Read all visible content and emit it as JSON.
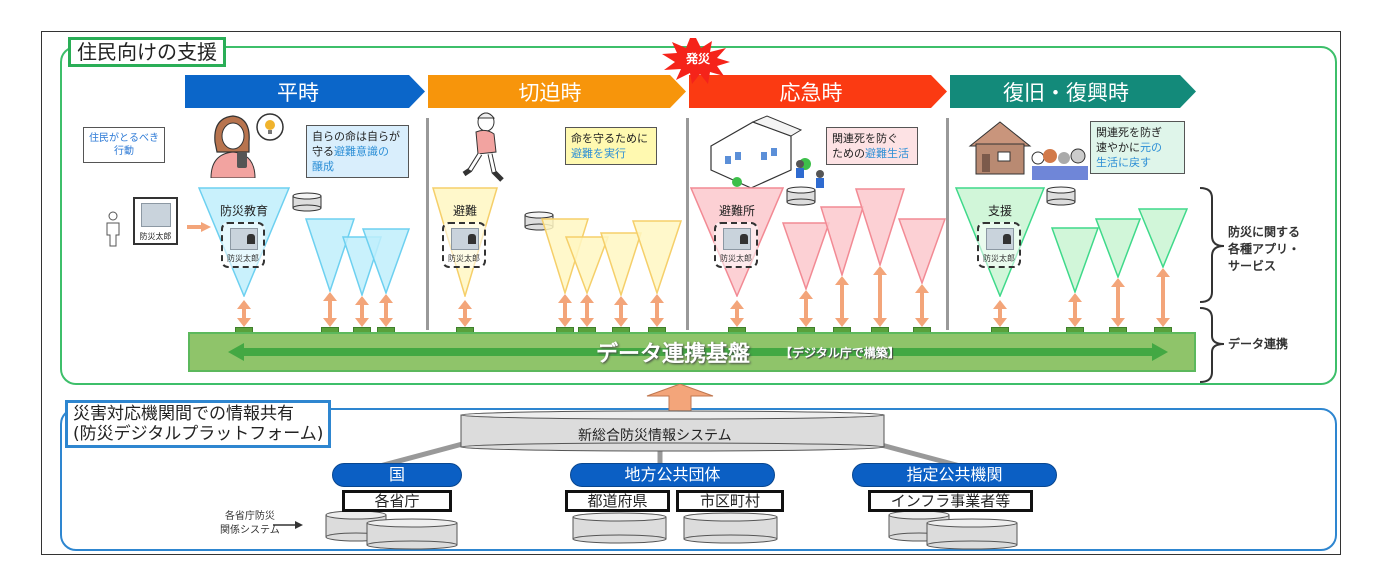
{
  "resident_section": {
    "title": "住民向けの支援",
    "disaster_marker": "発災",
    "action_label": "住民がとるべき\n行動",
    "phases": [
      {
        "label": "平時",
        "color": "#0b66c9"
      },
      {
        "label": "切迫時",
        "color": "#f7950b"
      },
      {
        "label": "応急時",
        "color": "#fb3a12"
      },
      {
        "label": "復旧・復興時",
        "color": "#138a7a"
      }
    ],
    "notes": [
      {
        "text_1": "自らの命は自らが",
        "text_2": "守る",
        "highlight": "避難意識",
        "text_3": "の",
        "highlight_2": "醸成"
      },
      {
        "text_1": "命を守るために",
        "highlight": "避難を実行"
      },
      {
        "text_1": "関連死を防ぐ",
        "text_2": "ための",
        "highlight": "避難生活"
      },
      {
        "text_1": "関連死を防ぎ",
        "text_2": "速やかに",
        "highlight": "元の",
        "highlight_2": "生活に戻す"
      }
    ],
    "services": [
      {
        "label": "防災教育",
        "color": "#bfeefb",
        "stroke": "#6dd0f0"
      },
      {
        "label": "避難",
        "color": "#fff7c2",
        "stroke": "#f5cf6a"
      },
      {
        "label": "避難所",
        "color": "#fcc8cc",
        "stroke": "#f28a94"
      },
      {
        "label": "支援",
        "color": "#c9f5d2",
        "stroke": "#3fd98a"
      }
    ],
    "app_name": "防災太郎",
    "data_platform": {
      "title": "データ連携基盤",
      "subtitle": "【デジタル庁で構築】"
    },
    "brace_labels": {
      "apps": "防災に関する\n各種アプリ・\nサービス",
      "data": "データ連携"
    }
  },
  "agency_section": {
    "title_line_1": "災害対応機関間での情報共有",
    "title_line_2": "(防災デジタルプラットフォーム)",
    "central_system": "新総合防災情報システム",
    "orgs": [
      {
        "name": "国",
        "members": [
          "各省庁"
        ]
      },
      {
        "name": "地方公共団体",
        "members": [
          "都道府県",
          "市区町村"
        ]
      },
      {
        "name": "指定公共機関",
        "members": [
          "インフラ事業者等"
        ]
      }
    ],
    "system_note": "各省庁防災\n関係システム",
    "colors": {
      "org_pill": "#0b5fc4",
      "frame_green": "#3dbf6a",
      "frame_blue": "#2e86d0",
      "exchange_arrow": "#f3a57a"
    }
  }
}
